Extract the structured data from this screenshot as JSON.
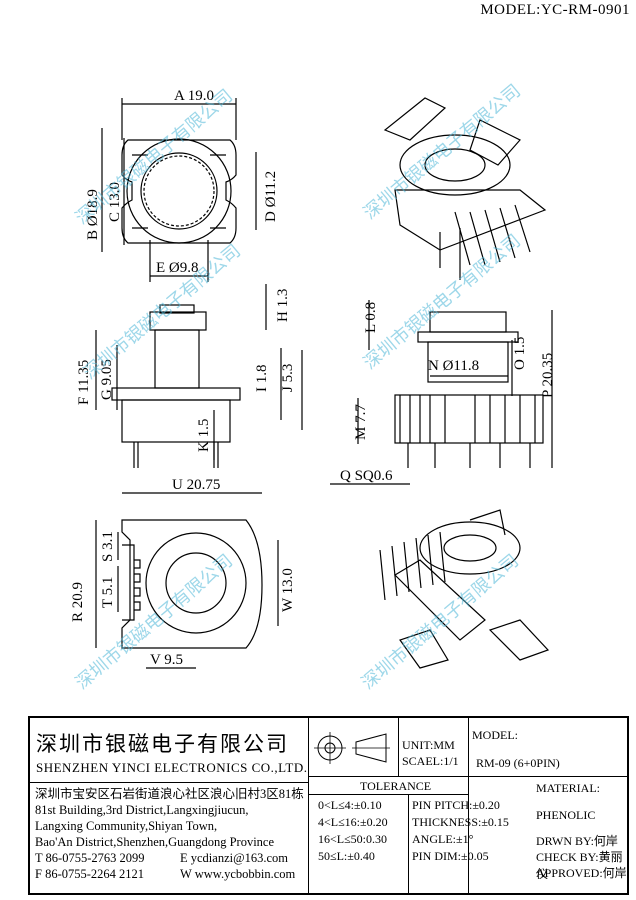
{
  "header": {
    "model_label": "MODEL:YC-RM-0901"
  },
  "dims": {
    "A": "A 19.0",
    "B": "B Ø18.9",
    "C": "C 13.0",
    "D": "D Ø11.2",
    "E": "E Ø9.8",
    "F": "F 11.35",
    "G": "G 9.05",
    "H": "H 1.3",
    "I": "I 1.8",
    "J": "J 5.3",
    "K": "K 1.5",
    "L": "L 0.8",
    "M": "M 7.7",
    "N": "N Ø11.8",
    "O": "O 1.5",
    "P": "P 20.35",
    "Q": "Q SQ0.6",
    "R": "R 20.9",
    "S": "S 3.1",
    "T": "T 5.1",
    "U": "U 20.75",
    "V": "V 9.5",
    "W": "W 13.0"
  },
  "watermark": "深圳市银磁电子有限公司",
  "title_block": {
    "company_cn": "深圳市银磁电子有限公司",
    "company_en": "SHENZHEN YINCI ELECTRONICS CO.,LTD.",
    "address": [
      "深圳市宝安区石岩街道浪心社区浪心旧村3区81栋",
      "81st Building,3rd District,Langxingjiucun,",
      "Langxing Community,Shiyan Town,",
      "Bao'An District,Shenzhen,Guangdong Province"
    ],
    "tel": "T 86-0755-2763 2099",
    "email": "E ycdianzi@163.com",
    "fax": "F 86-0755-2264 2121",
    "web": "W www.ycbobbin.com",
    "unit": "UNIT:MM",
    "scale": "SCAEL:1/1",
    "model_label": "MODEL:",
    "model_value": "RM-09 (6+0PIN)",
    "tolerance_title": "TOLERANCE",
    "tolerance": [
      "0<L≤4:±0.10",
      "4<L≤16:±0.20",
      "16<L≤50:0.30",
      "50≤L:±0.40"
    ],
    "pin_tolerance": [
      "PIN PITCH:±0.20",
      "THICKNESS:±0.15",
      "ANGLE:±1°",
      "PIN DIM:±0.05"
    ],
    "material_label": "MATERIAL:",
    "material_value": "PHENOLIC",
    "drawn_by": "DRWN BY:何岸",
    "check_by": "CHECK BY:黄丽仪",
    "approved": "APPROVED:何岸"
  }
}
